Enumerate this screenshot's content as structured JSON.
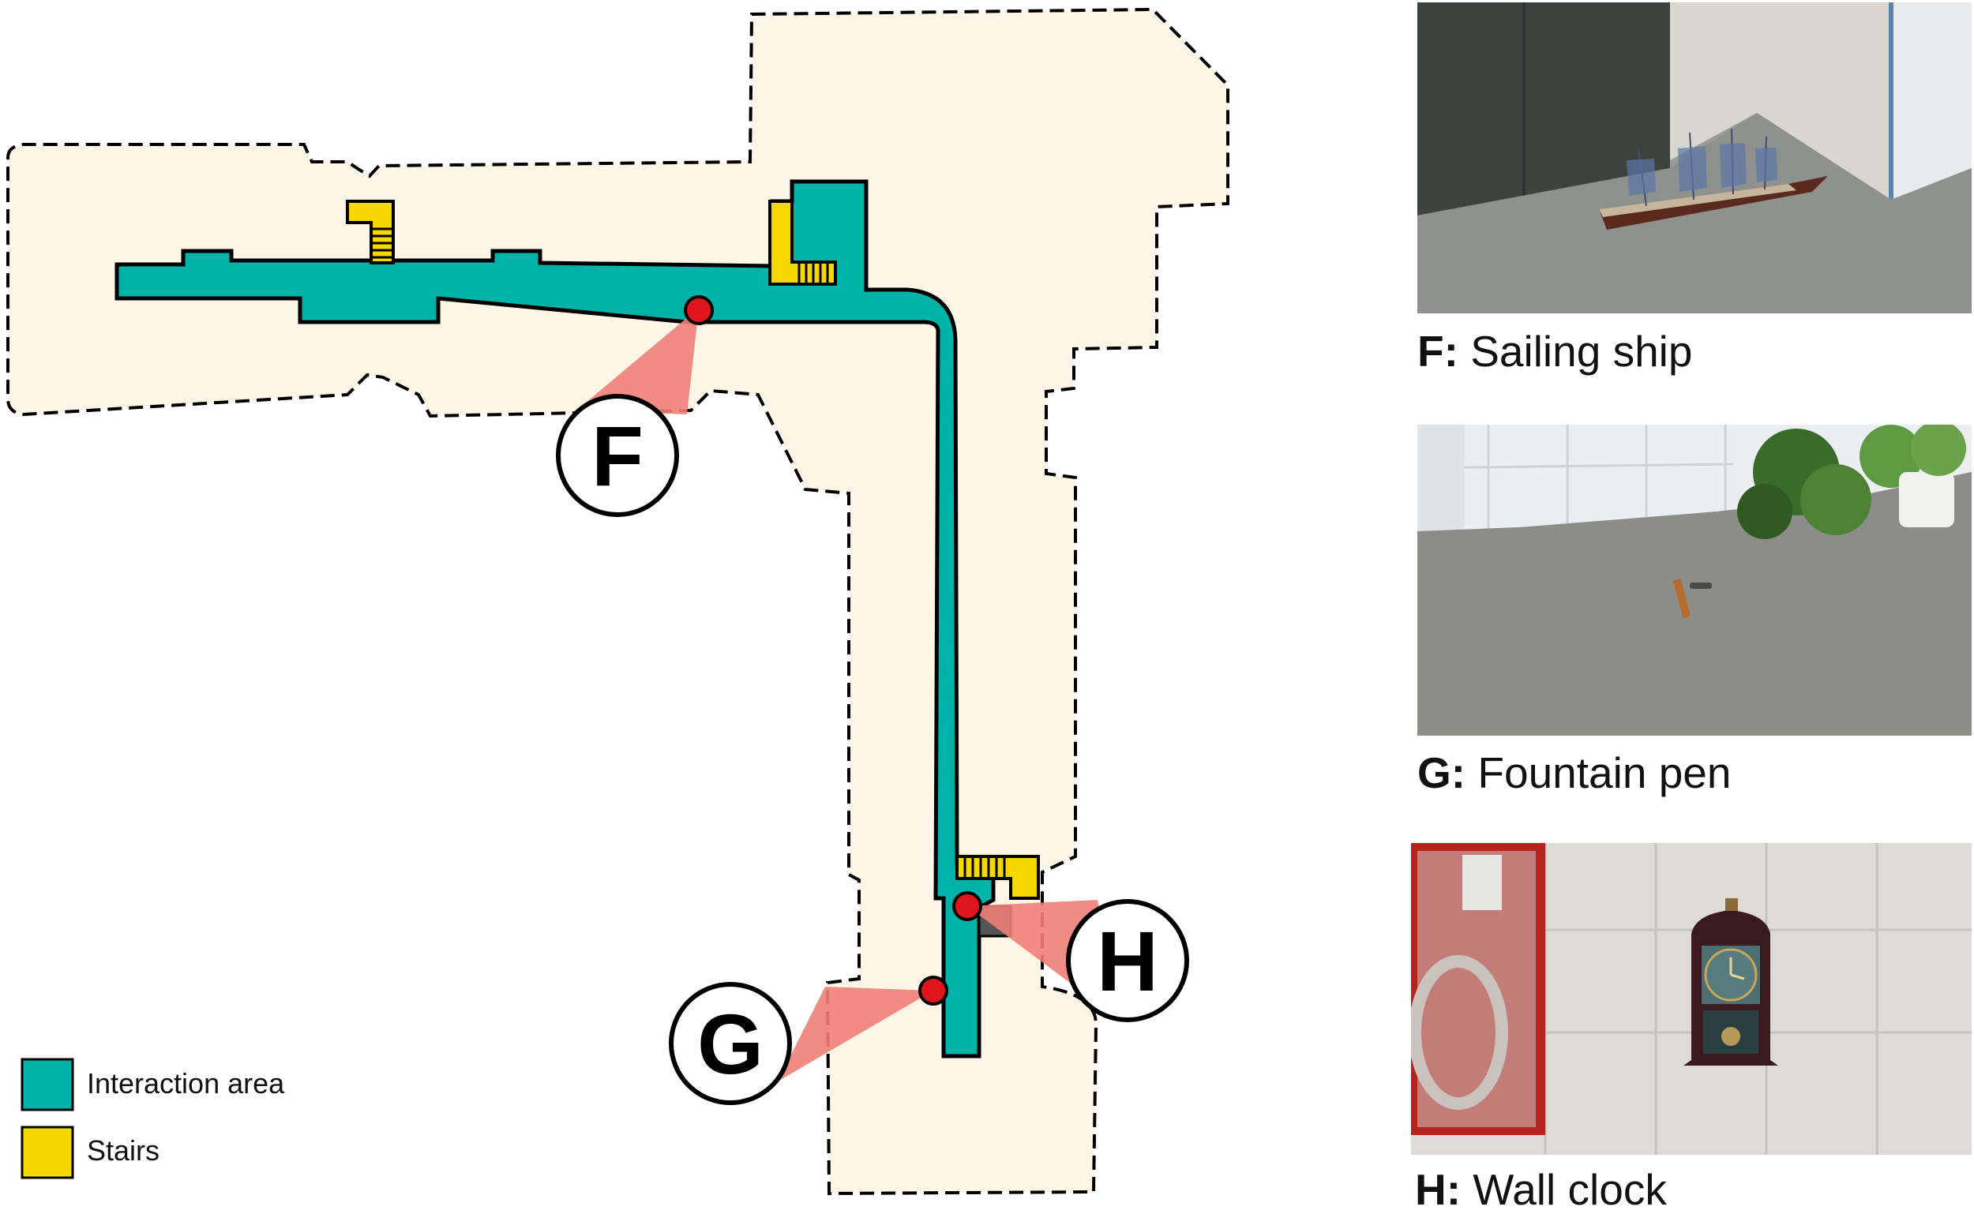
{
  "map": {
    "colors": {
      "floor_fill": "#fdf6e7",
      "interaction_area": "#00b3a8",
      "stairs": "#f6d800",
      "marker": "#e0141b",
      "view_cone": "#ef8078",
      "outline": "#000000"
    },
    "markers": [
      {
        "letter": "F"
      },
      {
        "letter": "G"
      },
      {
        "letter": "H"
      }
    ]
  },
  "legend": {
    "items": [
      {
        "label": "Interaction area",
        "color": "#00b3a8"
      },
      {
        "label": "Stairs",
        "color": "#f6d800"
      }
    ]
  },
  "photos": [
    {
      "letter": "F:",
      "caption": "Sailing ship"
    },
    {
      "letter": "G:",
      "caption": "Fountain pen"
    },
    {
      "letter": "H:",
      "caption": "Wall clock"
    }
  ]
}
